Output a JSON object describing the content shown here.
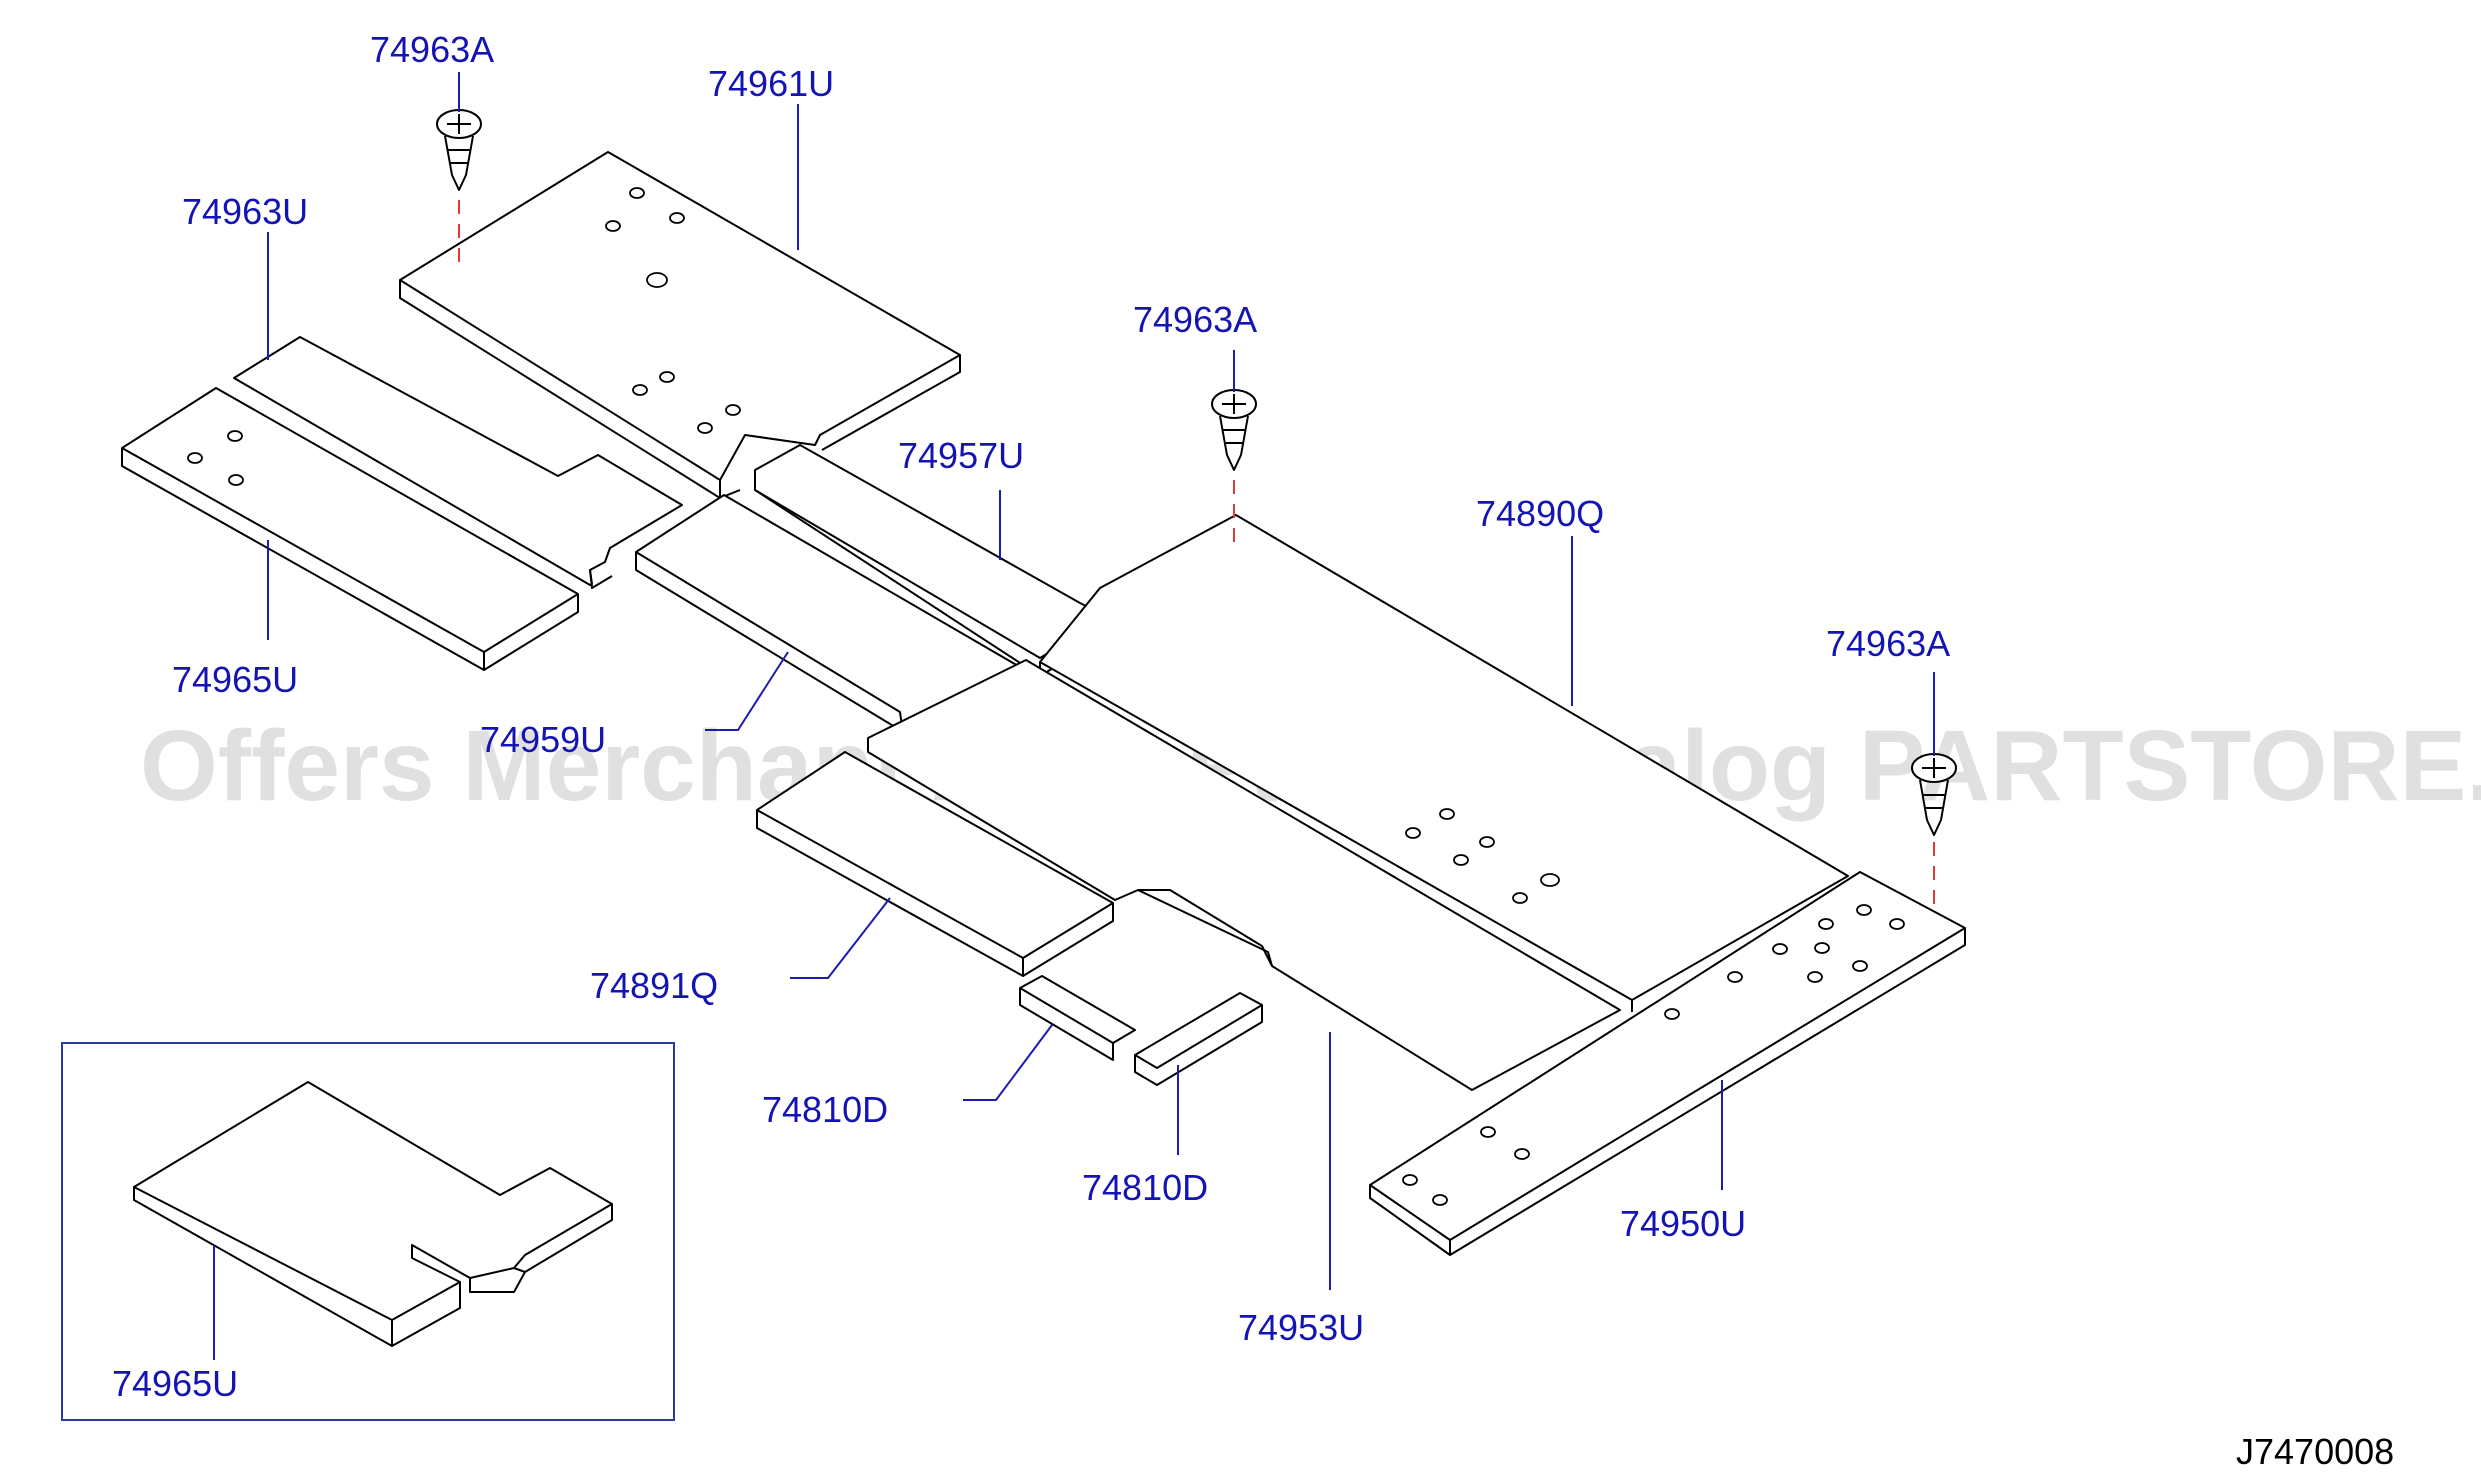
{
  "diagram": {
    "parts": {
      "clip_top_left": "74963A",
      "clip_center": "74963A",
      "clip_right": "74963A",
      "panel_top_rear": "74961U",
      "panel_left": "74963U",
      "panel_front_left": "74965U",
      "strip_center": "74957U",
      "panel_main": "74890Q",
      "panel_mid_left": "74959U",
      "panel_front_mid": "74891Q",
      "block_left": "74810D",
      "block_right": "74810D",
      "panel_long_center": "74953U",
      "rail_right": "74950U",
      "inset_panel": "74965U"
    },
    "drawing_code": "J7470008",
    "watermark": "Offers Merchant Auto Parts Catalog PARTSTORE.SA"
  }
}
